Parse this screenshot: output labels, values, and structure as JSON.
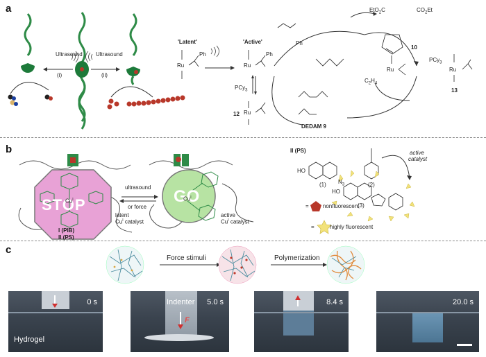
{
  "panel_letters": {
    "a": "a",
    "b": "b",
    "c": "c"
  },
  "panel_a": {
    "ultrasound_left": "Ultrasound",
    "ultrasound_right": "Ultrasound",
    "step_i": "(i)",
    "step_ii": "(ii)",
    "latent": "'Latent'",
    "active": "'Active'",
    "pcy3_left": "PCy",
    "pcy3_right": "PCy",
    "compound_12": "12",
    "compound_13": "13",
    "compound_10": "10",
    "dedam": "DEDAM 9",
    "ethylene": "C",
    "ph": "Ph",
    "ru": "Ru",
    "co2et": "CO",
    "eto2c": "EtO"
  },
  "panel_b": {
    "stop": "STOP",
    "go": "GO",
    "ultrasound_force_1": "ultrasound",
    "ultrasound_force_2": "or force",
    "latent_1": "latent",
    "latent_2": "Cu",
    "latent_3": "catalyst",
    "active_1": "active",
    "active_2": "Cu",
    "active_3": "catalyst",
    "pib": "I (PIB)",
    "ps": "II (PS)",
    "ps_top": "II (PS)",
    "active_catalyst_1": "active",
    "active_catalyst_2": "catalyst",
    "cmpd_1": "(1)",
    "cmpd_2": "(2)",
    "cmpd_3": "(3)",
    "nonfluorescent": "nonfluorescent",
    "highly_fluorescent": "highly fluorescent",
    "ho": "HO",
    "n3": "N"
  },
  "panel_c": {
    "force_stimuli": "Force stimuli",
    "polymerization": "Polymerization",
    "photos": [
      {
        "time": "0 s",
        "extra": "Hydrogel"
      },
      {
        "time": "5.0 s",
        "extra": "Indenter",
        "force": "F"
      },
      {
        "time": "8.4 s"
      },
      {
        "time": "20.0 s"
      }
    ]
  },
  "colors": {
    "green": "#2e8b47",
    "pink": "#e8a2d6",
    "lightgreen": "#b7e3a3",
    "red": "#b8382a",
    "yellow": "#f2e27a"
  }
}
